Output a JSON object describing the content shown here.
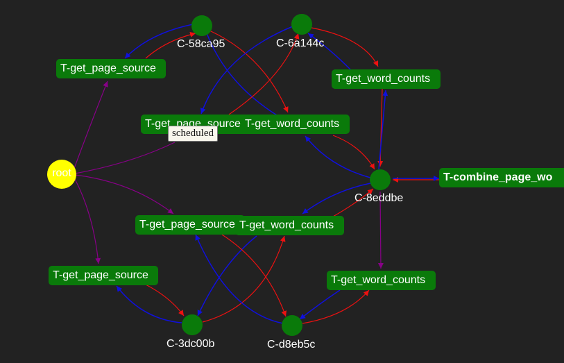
{
  "colors": {
    "background": "#222222",
    "task_fill": "#0a7a0a",
    "root_fill": "#ffff00",
    "edge_blue": "#1010dd",
    "edge_red": "#ee1111",
    "edge_purple": "#880088"
  },
  "root": {
    "label": "root"
  },
  "tasks": [
    {
      "id": "t1",
      "label": "T-get_page_source"
    },
    {
      "id": "t2",
      "label": "T-get_page_source"
    },
    {
      "id": "t3",
      "label": "T-get_page_source"
    },
    {
      "id": "t4",
      "label": "T-get_page_source"
    },
    {
      "id": "t5",
      "label": "T-get_word_counts"
    },
    {
      "id": "t6",
      "label": "T-get_word_counts"
    },
    {
      "id": "t7",
      "label": "T-get_word_counts"
    },
    {
      "id": "t8",
      "label": "T-get_word_counts"
    },
    {
      "id": "t9",
      "label": "T-combine_page_wo"
    }
  ],
  "clusters": [
    {
      "id": "c1",
      "label": "C-58ca95"
    },
    {
      "id": "c2",
      "label": "C-6a144c"
    },
    {
      "id": "c3",
      "label": "C-8eddbe"
    },
    {
      "id": "c4",
      "label": "C-3dc00b"
    },
    {
      "id": "c5",
      "label": "C-d8eb5c"
    }
  ],
  "tooltip": {
    "text": "scheduled"
  }
}
